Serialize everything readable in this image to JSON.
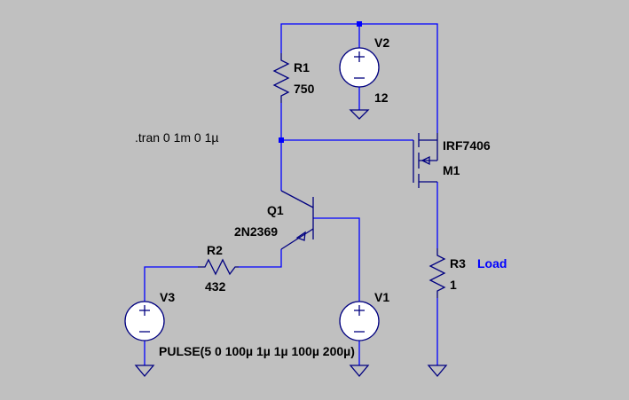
{
  "directive": ".tran 0 1m 0 1µ",
  "components": {
    "r1": {
      "name": "R1",
      "value": "750"
    },
    "r2": {
      "name": "R2",
      "value": "432"
    },
    "r3": {
      "name": "R3",
      "value": "1"
    },
    "v1": {
      "name": "V1"
    },
    "v2": {
      "name": "V2",
      "value": "12"
    },
    "v3": {
      "name": "V3",
      "value": "PULSE(5 0 100µ 1µ 1µ 100µ 200µ)"
    },
    "q1": {
      "name": "Q1",
      "model": "2N2369"
    },
    "m1": {
      "name": "M1",
      "model": "IRF7406"
    }
  },
  "net_labels": {
    "load": "Load"
  },
  "colors": {
    "background": "#c0c0c0",
    "wire": "#0000ff",
    "symbol": "#000080",
    "text": "#000000"
  }
}
